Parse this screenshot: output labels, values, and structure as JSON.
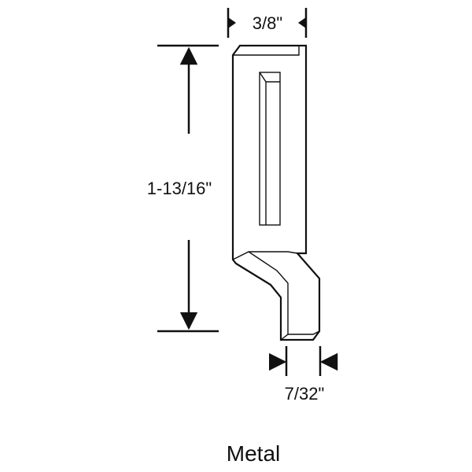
{
  "dimensions": {
    "width_top": "3/8\"",
    "height": "1-13/16\"",
    "width_bottom": "7/32\""
  },
  "caption": "Metal",
  "colors": {
    "ink": "#111111",
    "background": "#ffffff"
  }
}
